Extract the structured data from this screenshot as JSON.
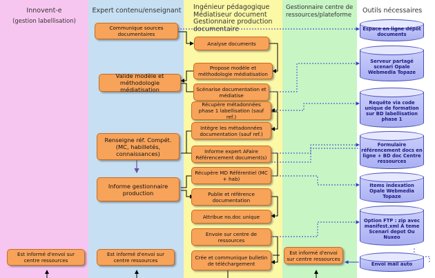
{
  "lanes": [
    {
      "title": "Innovent-e",
      "subtitle": "(gestion labellisation)",
      "color": "#f7c6f0"
    },
    {
      "title": "Expert contenu/enseignant",
      "color": "#c6dff2"
    },
    {
      "title": "Ingénieur pédagogique\nMédiatiseur document\nGestionnaire production\ndocumentaire",
      "color": "#fbf8a6"
    },
    {
      "title": "Gestionnaire centre de\nressources/plateforme",
      "color": "#c8f5c4"
    },
    {
      "title": "Outils nécessaires",
      "color": "#ffffff"
    }
  ],
  "process": {
    "communique": "Communique sources documentaires",
    "analyse": "Analyse documents",
    "propose": "Propose modèle et méthodologie médiatisation",
    "valide": "Valide modèle et méthodologie médiatisation",
    "scenarise": "Scénarise documentation et médiatise",
    "recupere_meta": "Récupère métadonnées phase 1 labellisation (sauf ref.)",
    "integre": "Intègre les métadonnées documentation (sauf ref.)",
    "renseigne": "Renseigne réf. Compét. (MC, habilletés, connaissances)",
    "informe_expert": "Informe expert AFaire Référencement document(s)",
    "recupere_md": "Récupère MD Référentiel (MC + hab)",
    "informe_gest": "Informe gestionnaire production",
    "publie": "Publie et référence documentation",
    "attribue": "Attribue no.doc unique",
    "envoie": "Envoie sur centre de ressources",
    "cree": "Crée et communique bulletin de téléchargement",
    "est_informe_1": "Est informé d'envoi sur centre ressources",
    "est_informe_2": "Est informé d'envoi sur centre ressources",
    "est_informe_3": "Est informé d'envoi sur centre ressources"
  },
  "tools": {
    "t1": "Espace en ligne dépôt documents",
    "t2": "Serveur partagé scenari Opale Webmedia Topaze",
    "t3": "Requête via code unique de formation sur BD labellisation phase 1",
    "t4": "Formulaire référencement docs en ligne + BD doc Centre ressources",
    "t5": "Items indexation Opale Webmedia Topaze",
    "t6": "Option FTP : zip avec manifest.xml À teme Scenari depot Ou Nuxeo",
    "t7": "Envoi mail auto"
  },
  "colors": {
    "box": "#f7a35a",
    "box_border": "#c86a1e",
    "cylinder": "#b3b8f5",
    "connector": "#2a3fd0",
    "flow": "#000000"
  }
}
